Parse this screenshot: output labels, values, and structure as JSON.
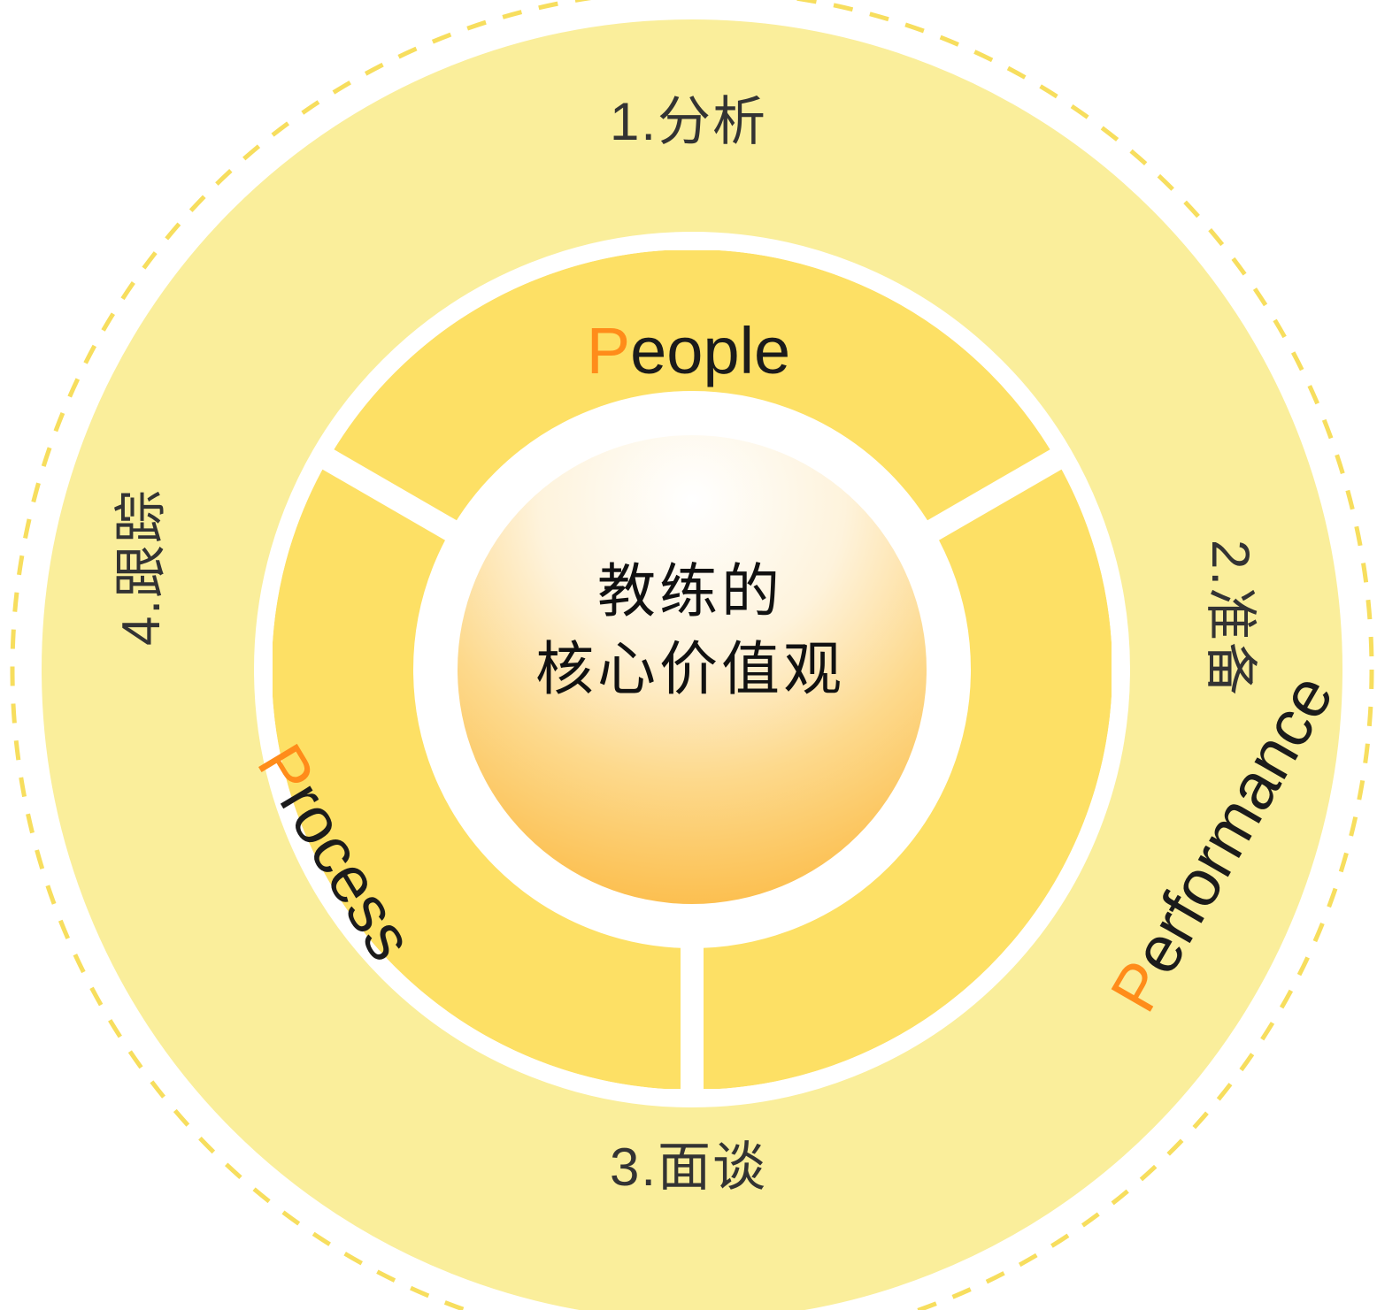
{
  "diagram": {
    "title_core_line1": "教练的",
    "title_core_line2": "核心价值观",
    "outer_ring": {
      "stages": [
        {
          "id": "stage-top",
          "label": "1.分析",
          "position": "top"
        },
        {
          "id": "stage-right",
          "label": "2.准备",
          "position": "right"
        },
        {
          "id": "stage-bottom",
          "label": "3.面谈",
          "position": "bottom"
        },
        {
          "id": "stage-left",
          "label": "4.跟踪",
          "position": "left"
        }
      ]
    },
    "inner_ring": {
      "segments": [
        {
          "id": "p-people",
          "initial": "P",
          "rest": "eople",
          "position": "top"
        },
        {
          "id": "p-process",
          "initial": "P",
          "rest": "rocess",
          "position": "lower-left"
        },
        {
          "id": "p-performance",
          "initial": "P",
          "rest": "erformance",
          "position": "lower-right"
        }
      ]
    },
    "colors": {
      "outer_ring": "#FAEE9B",
      "inner_ring": "#FDE065",
      "core_gradient_start": "#FFFFFF",
      "core_gradient_end": "#FBBA3C",
      "accent_initial": "#FF8C1A",
      "text": "#2B2B2B",
      "dashed_outline": "#F7DE5E",
      "background": "#FFFFFF"
    }
  }
}
